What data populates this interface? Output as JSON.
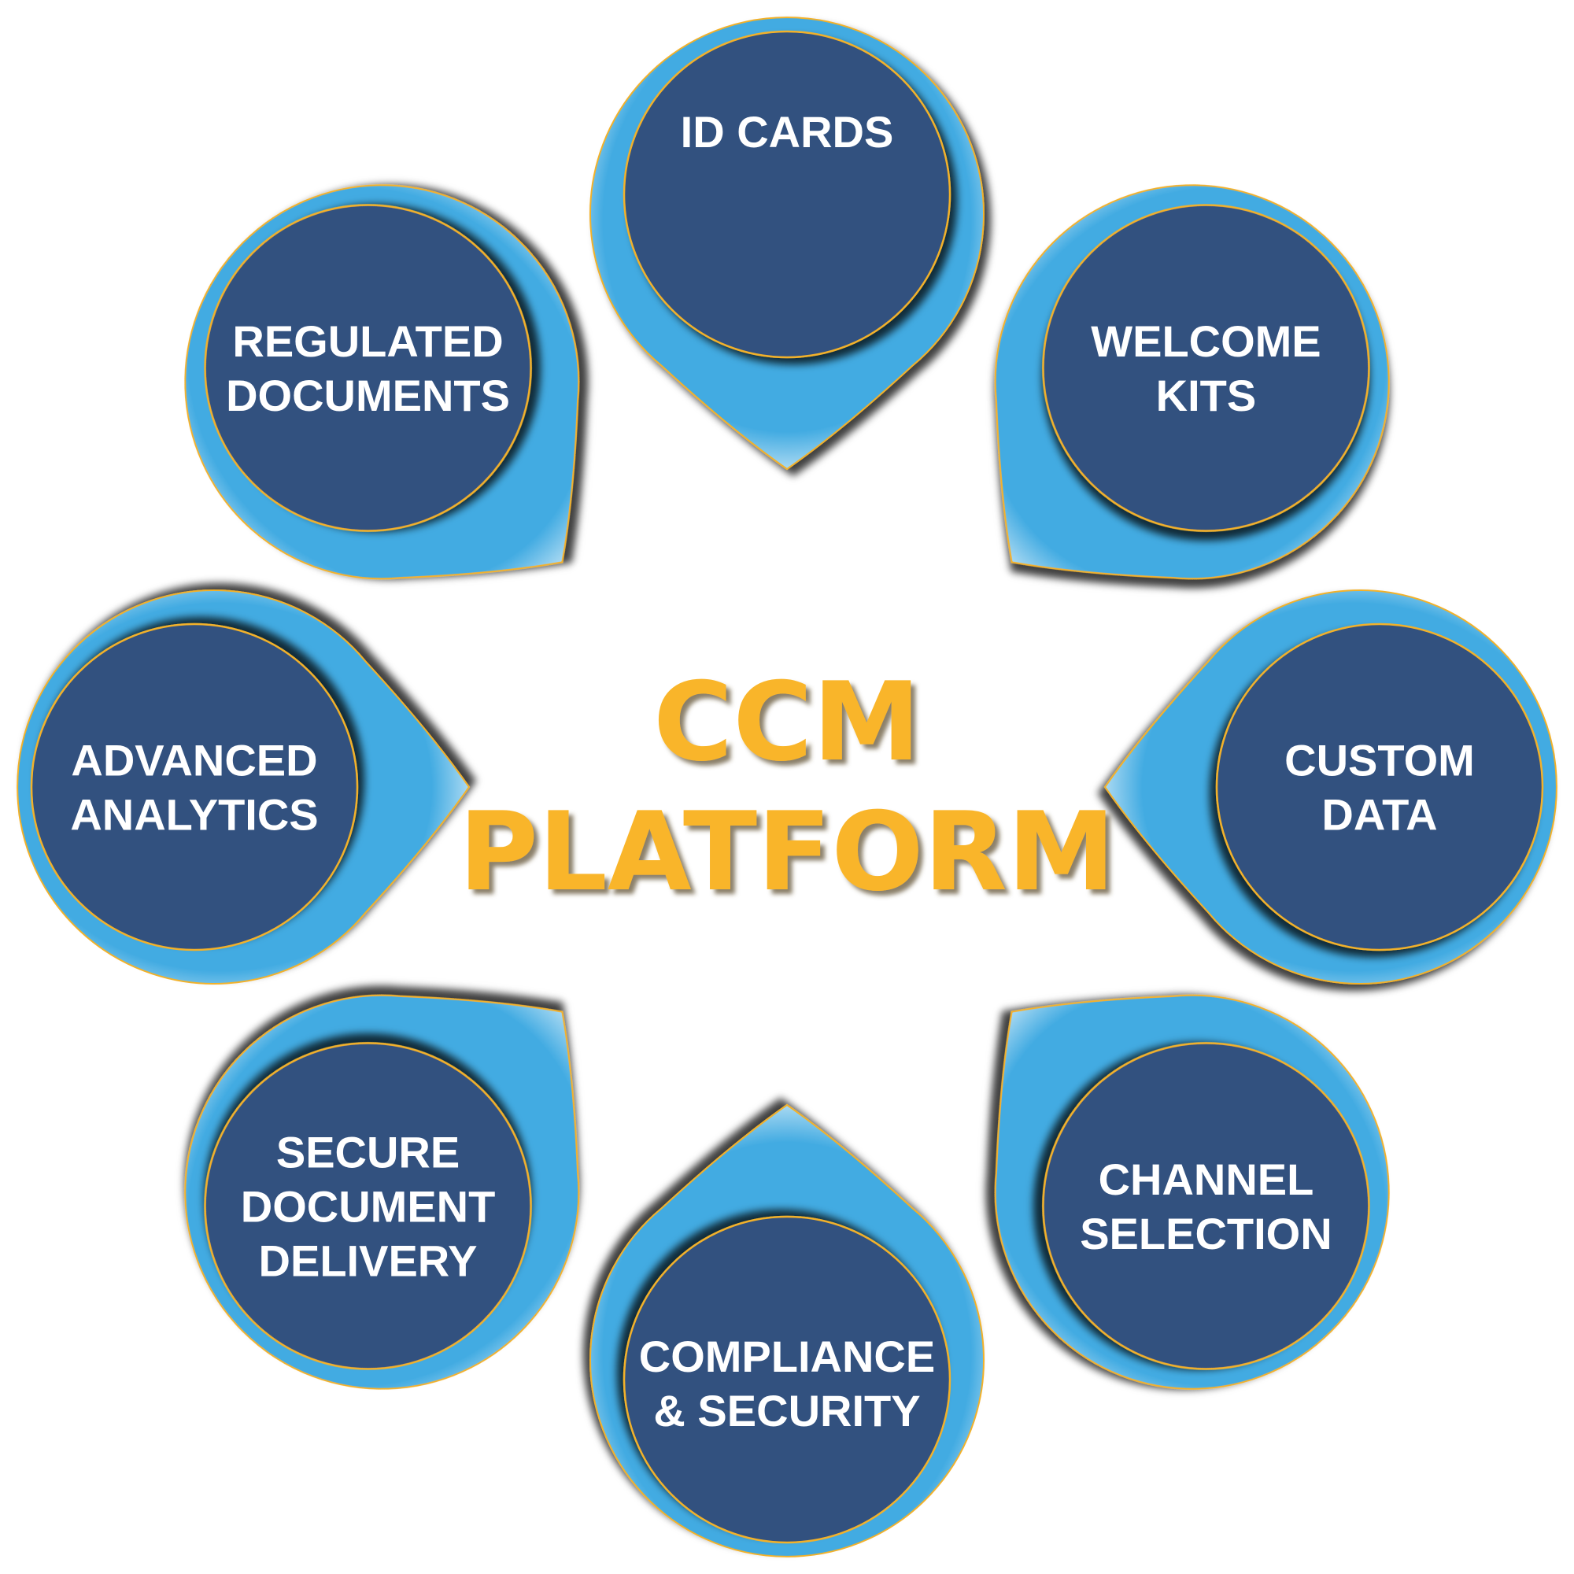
{
  "title": {
    "lines": [
      "CCM",
      "PLATFORM"
    ]
  },
  "colors": {
    "outer": "#42abe2",
    "inner": "#30517f",
    "ring": "#f2b12c",
    "title": "#f9b52a",
    "text": "#ffffff"
  },
  "items": [
    {
      "name": "id-cards",
      "lines": [
        "ID CARDS"
      ]
    },
    {
      "name": "welcome-kits",
      "lines": [
        "WELCOME",
        "KITS"
      ]
    },
    {
      "name": "custom-data",
      "lines": [
        "CUSTOM",
        "DATA"
      ]
    },
    {
      "name": "channel-selection",
      "lines": [
        "CHANNEL",
        "SELECTION"
      ]
    },
    {
      "name": "compliance-security",
      "lines": [
        "COMPLIANCE",
        "& SECURITY"
      ]
    },
    {
      "name": "secure-document-delivery",
      "lines": [
        "SECURE",
        "DOCUMENT",
        "DELIVERY"
      ]
    },
    {
      "name": "advanced-analytics",
      "lines": [
        "ADVANCED",
        "ANALYTICS"
      ]
    },
    {
      "name": "regulated-documents",
      "lines": [
        "REGULATED",
        "DOCUMENTS"
      ]
    }
  ]
}
